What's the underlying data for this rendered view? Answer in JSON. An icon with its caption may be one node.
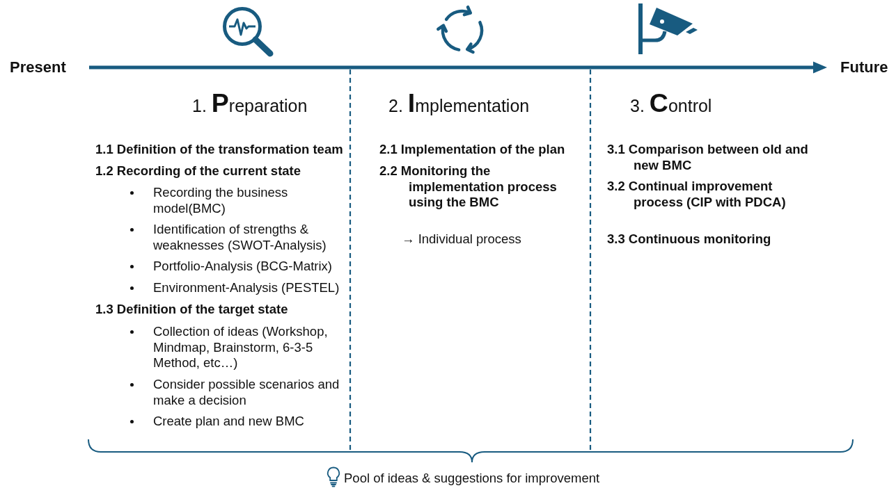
{
  "diagram": {
    "labels": [
      "Present",
      "Future",
      "1. **P**reparation",
      "1.1 Definition of the transformation team",
      "1.2 Recording of the current state",
      "Recording the business model(BMC)",
      "Identification of strengths & weaknesses (SWOT-Analysis)",
      "Portfolio-Analysis (BCG-Matrix)",
      "Environment-Analysis (PESTEL)",
      "1.3 Definition of the target state",
      "Collection of ideas (Workshop, Mindmap, Brainstorm, 6-3-5 Method, etc…)",
      "Consider possible scenarios and make a decision",
      "Create plan and new BMC",
      "2. **I**mplementation",
      "2.1 Implementation of the plan",
      "2.2 Monitoring the implementation process using the BMC",
      "→ Individual process",
      "3. **C**ontrol",
      "3.1 Comparison between old and new BMC",
      "3.2 Continual improvement process (CIP with PDCA)",
      "3.3 Continuous monitoring",
      "Pool of ideas & suggestions for improvement"
    ]
  }
}
